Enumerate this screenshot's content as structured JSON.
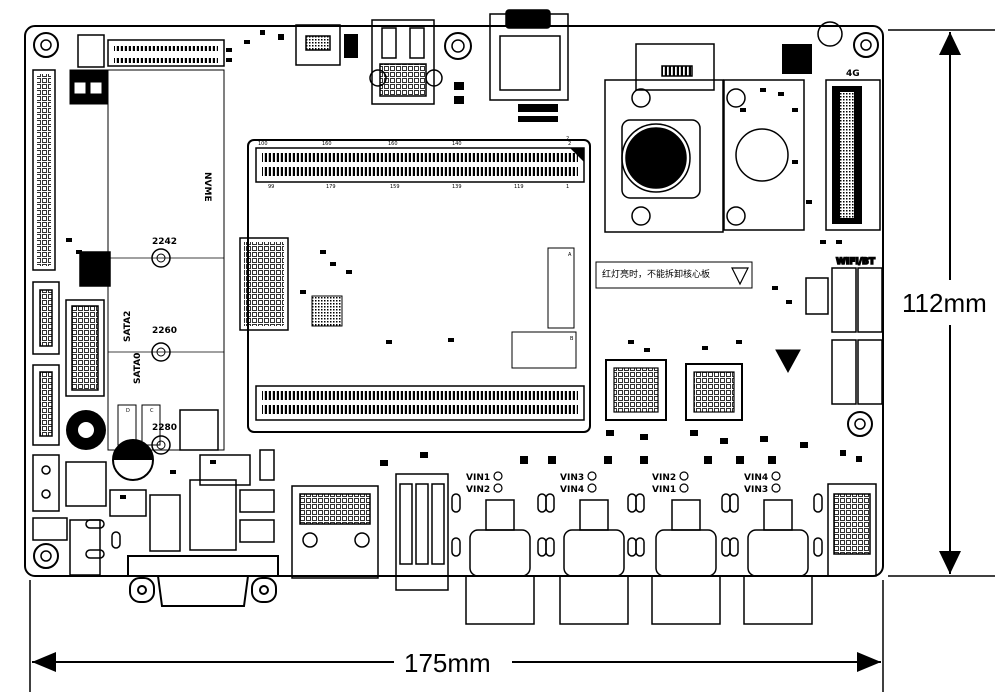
{
  "dimensions": {
    "height_label": "112mm",
    "width_label": "175mm"
  },
  "silkscreen": {
    "nvme": "NVME",
    "m2_2242": "2242",
    "m2_2260": "2260",
    "m2_2280": "2280",
    "sata0": "SATA0",
    "sata2": "SATA2",
    "module_4g": "4G",
    "wifi_bt": "WIFI/BT",
    "vin_labels": [
      "VIN1",
      "VIN2",
      "VIN3",
      "VIN4",
      "VIN2",
      "VIN1",
      "VIN4",
      "VIN3"
    ],
    "connector_pin_top": [
      "100",
      "160",
      "160",
      "140",
      "2"
    ],
    "connector_pin_bottom": [
      "99",
      "179",
      "159",
      "139",
      "119",
      "1"
    ],
    "warning_text": "红灯亮时，不能拆卸核心板",
    "marker_a": "A",
    "marker_b": "B",
    "marker_c": "C",
    "marker_d": "D",
    "marker_2": "2"
  },
  "colors": {
    "board": "#ffffff",
    "ink": "#000000",
    "copper": "#333333"
  }
}
